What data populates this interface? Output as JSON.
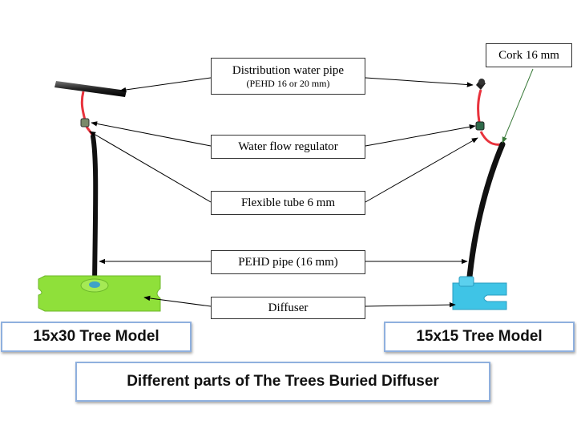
{
  "labels": {
    "distribution_pipe": "Distribution water pipe",
    "distribution_pipe_sub": "(PEHD 16 or 20 mm)",
    "cork": "Cork 16 mm",
    "regulator": "Water flow regulator",
    "flexible_tube": "Flexible tube 6 mm",
    "pehd_pipe": "PEHD pipe (16 mm)",
    "diffuser": "Diffuser"
  },
  "models": {
    "left": "15x30 Tree Model",
    "right": "15x15 Tree Model"
  },
  "caption": "Different parts of The Trees Buried Diffuser",
  "colors": {
    "left_diffuser": "#8fe03a",
    "right_diffuser": "#3fc4e6",
    "tube": "#e8323c",
    "pipe": "#111111",
    "caption_border": "#8fb0de"
  }
}
